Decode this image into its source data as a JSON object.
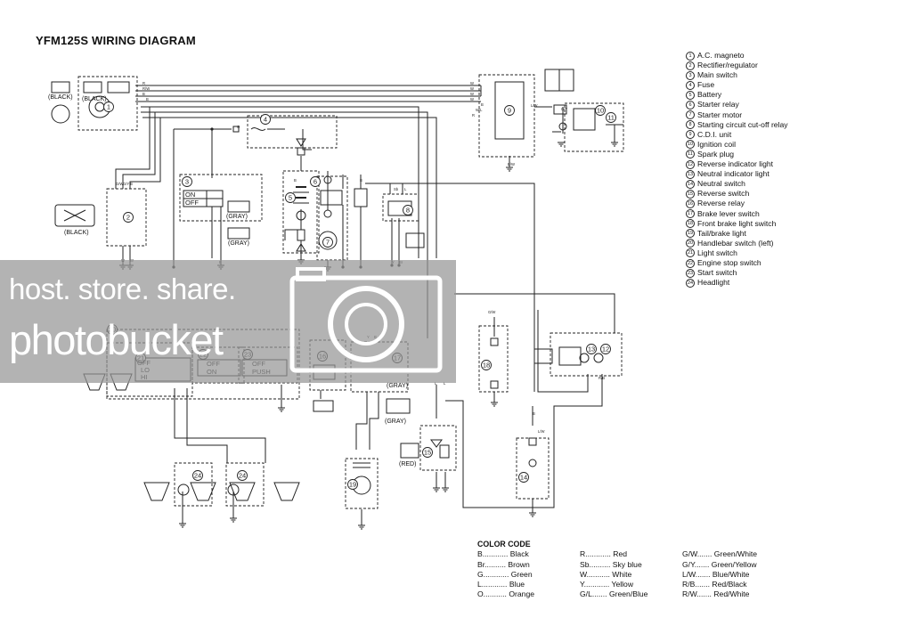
{
  "diagram": {
    "title": "YFM125S WIRING DIAGRAM",
    "components": [
      {
        "num": "1",
        "name": "A.C. magneto"
      },
      {
        "num": "2",
        "name": "Rectifier/regulator"
      },
      {
        "num": "3",
        "name": "Main switch"
      },
      {
        "num": "4",
        "name": "Fuse"
      },
      {
        "num": "5",
        "name": "Battery"
      },
      {
        "num": "6",
        "name": "Starter relay"
      },
      {
        "num": "7",
        "name": "Starter motor"
      },
      {
        "num": "8",
        "name": "Starting circuit cut-off relay"
      },
      {
        "num": "9",
        "name": "C.D.I. unit"
      },
      {
        "num": "10",
        "name": "Ignition coil"
      },
      {
        "num": "11",
        "name": "Spark plug"
      },
      {
        "num": "12",
        "name": "Reverse indicator light"
      },
      {
        "num": "13",
        "name": "Neutral indicator light"
      },
      {
        "num": "14",
        "name": "Neutral switch"
      },
      {
        "num": "15",
        "name": "Reverse switch"
      },
      {
        "num": "16",
        "name": "Reverse relay"
      },
      {
        "num": "17",
        "name": "Brake lever switch"
      },
      {
        "num": "18",
        "name": "Front brake light switch"
      },
      {
        "num": "19",
        "name": "Tail/brake light"
      },
      {
        "num": "20",
        "name": "Handlebar switch (left)"
      },
      {
        "num": "21",
        "name": "Light switch"
      },
      {
        "num": "22",
        "name": "Engine stop switch"
      },
      {
        "num": "23",
        "name": "Start switch"
      },
      {
        "num": "24",
        "name": "Headlight"
      }
    ],
    "color_code": {
      "title": "COLOR CODE",
      "entries": [
        {
          "code": "B",
          "dots": "............",
          "name": "Black"
        },
        {
          "code": "R",
          "dots": "............",
          "name": "Red"
        },
        {
          "code": "G/W",
          "dots": ".......",
          "name": "Green/White"
        },
        {
          "code": "Br",
          "dots": "..........",
          "name": "Brown"
        },
        {
          "code": "Sb",
          "dots": "..........",
          "name": "Sky blue"
        },
        {
          "code": "G/Y",
          "dots": ".......",
          "name": "Green/Yellow"
        },
        {
          "code": "G",
          "dots": "............",
          "name": "Green"
        },
        {
          "code": "W",
          "dots": "...........",
          "name": "White"
        },
        {
          "code": "L/W",
          "dots": ".......",
          "name": "Blue/White"
        },
        {
          "code": "L",
          "dots": "............",
          "name": "Blue"
        },
        {
          "code": "Y",
          "dots": "............",
          "name": "Yellow"
        },
        {
          "code": "R/B",
          "dots": ".......",
          "name": "Red/Black"
        },
        {
          "code": "O",
          "dots": "...........",
          "name": "Orange"
        },
        {
          "code": "G/L",
          "dots": ".......",
          "name": "Green/Blue"
        },
        {
          "code": "R/W",
          "dots": ".......",
          "name": "Red/White"
        }
      ]
    },
    "connector_labels": {
      "black1": "(BLACK)",
      "black2": "(BLACK)",
      "black3": "(BLACK)",
      "gray1": "(GRAY)",
      "gray2": "(GRAY)",
      "gray3": "(GRAY)",
      "gray4": "(GRAY)",
      "red1": "(RED)"
    },
    "switch_labels": {
      "main_on": "ON",
      "main_off": "OFF",
      "light_off": "OFF",
      "light_lo": "LO",
      "light_hi": "HI",
      "stop_off": "OFF",
      "stop_on": "ON",
      "start_off": "OFF",
      "start_push": "PUSH"
    },
    "wire_labels": [
      "W",
      "W",
      "W",
      "W",
      "B",
      "W/L",
      "R",
      "R",
      "R/W",
      "B",
      "B",
      "G/W",
      "G/Y",
      "B",
      "W",
      "W",
      "O",
      "B",
      "B",
      "B",
      "Sb",
      "L",
      "Y",
      "Br",
      "B/W",
      "G/Y",
      "L/W",
      "G/W",
      "Y",
      "B",
      "L",
      "L",
      "B",
      "L/W",
      "R/B"
    ]
  },
  "watermark": {
    "line1": "host. store. share.",
    "line2": "photobucket"
  }
}
